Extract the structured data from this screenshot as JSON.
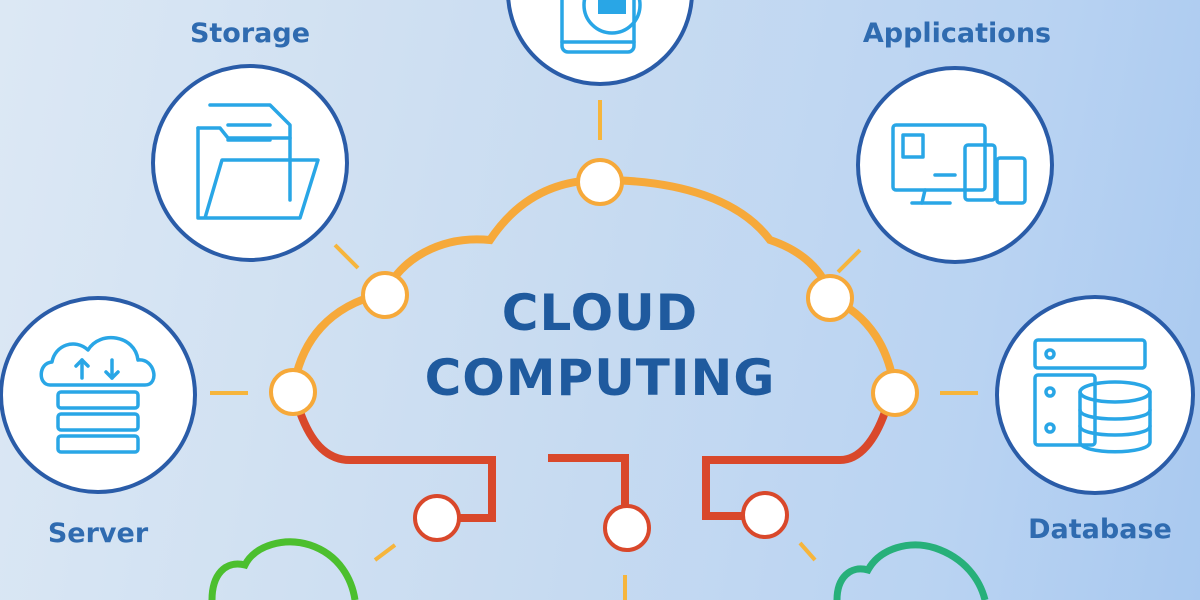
{
  "title": {
    "line1": "CLOUD",
    "line2": "COMPUTING"
  },
  "nodes": [
    {
      "label": "Storage",
      "icon": "folder-icon"
    },
    {
      "label": "Applications",
      "icon": "devices-icon"
    },
    {
      "label": "Server",
      "icon": "cloud-server-icon"
    },
    {
      "label": "Database",
      "icon": "database-icon"
    },
    {
      "label": "",
      "icon": "mobile-icon"
    }
  ],
  "colors": {
    "cloud_outline": "#f6a93a",
    "circuit": "#d9482b",
    "ring": "#2a5ca8",
    "icon": "#29a6e6",
    "text": "#2f6bb0"
  }
}
